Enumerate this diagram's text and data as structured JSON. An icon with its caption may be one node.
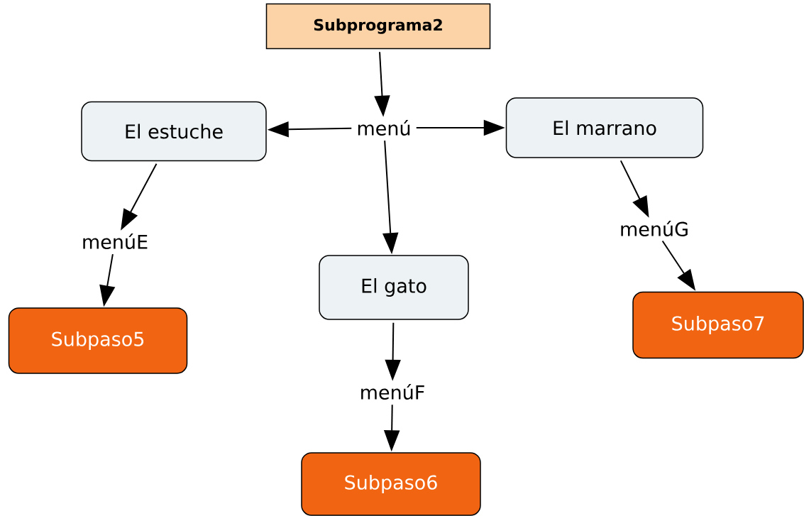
{
  "diagram": {
    "nodes": [
      {
        "text": [
          "Subprograma2"
        ]
      },
      {
        "text": [
          "menú"
        ]
      },
      {
        "text": [
          "El estuche"
        ]
      },
      {
        "text": [
          "El marrano"
        ]
      },
      {
        "text": [
          "El gato"
        ]
      },
      {
        "text": [
          "menúE"
        ]
      },
      {
        "text": [
          "menúG"
        ]
      },
      {
        "text": [
          "menúF"
        ]
      },
      {
        "text": [
          "Subpaso5"
        ]
      },
      {
        "text": [
          "Subpaso7"
        ]
      },
      {
        "text": [
          "Subpaso6"
        ]
      }
    ],
    "edges": [
      {
        "from": 0,
        "to": 1,
        "arrow": "to"
      },
      {
        "from": 1,
        "to": 2,
        "arrow": "to"
      },
      {
        "from": 1,
        "to": 3,
        "arrow": "to"
      },
      {
        "from": 1,
        "to": 4,
        "arrow": "to"
      },
      {
        "from": 2,
        "to": 5,
        "arrow": "to"
      },
      {
        "from": 5,
        "to": 8,
        "arrow": "to"
      },
      {
        "from": 3,
        "to": 6,
        "arrow": "to"
      },
      {
        "from": 6,
        "to": 9,
        "arrow": "to"
      },
      {
        "from": 4,
        "to": 7,
        "arrow": "to"
      },
      {
        "from": 7,
        "to": 10,
        "arrow": "to"
      }
    ]
  }
}
